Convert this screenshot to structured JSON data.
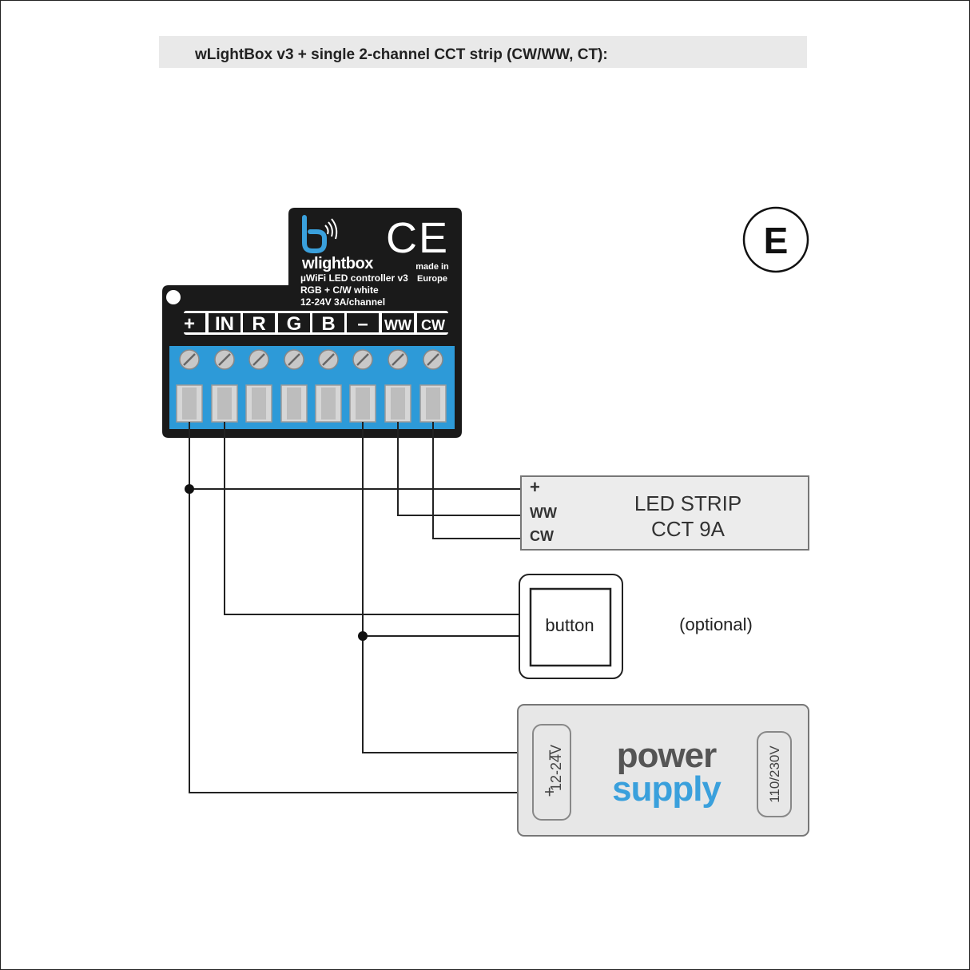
{
  "header": {
    "title": "wLightBox v3 + single 2-channel CCT strip  (CW/WW, CT):"
  },
  "badge": {
    "letter": "E"
  },
  "device": {
    "brand": "wlightbox",
    "line1": "µWiFi LED controller v3",
    "line2": "RGB + C/W white",
    "line3": "12-24V  3A/channel",
    "ce": "CE",
    "made1": "made in",
    "made2": "Europe",
    "terminals": [
      "+",
      "IN",
      "R",
      "G",
      "B",
      "–",
      "WW",
      "CW"
    ]
  },
  "led_strip": {
    "pin_plus": "+",
    "pin_ww": "WW",
    "pin_cw": "CW",
    "name1": "LED STRIP",
    "name2": "CCT 9A"
  },
  "button": {
    "label": "button",
    "note": "(optional)"
  },
  "power_supply": {
    "word1": "power",
    "word2": "supply",
    "minus": "–",
    "plus": "+",
    "out_voltage": "12-24V",
    "in_voltage": "110/230V"
  },
  "colors": {
    "accent_blue": "#3aa0dc",
    "terminal_blue": "#2d9ad8",
    "device_body": "#1a1a1a",
    "wire": "#222222",
    "box_fill": "#ececec"
  },
  "icons": [
    "blebox-logo-icon",
    "ce-mark-icon",
    "screw-icon"
  ]
}
